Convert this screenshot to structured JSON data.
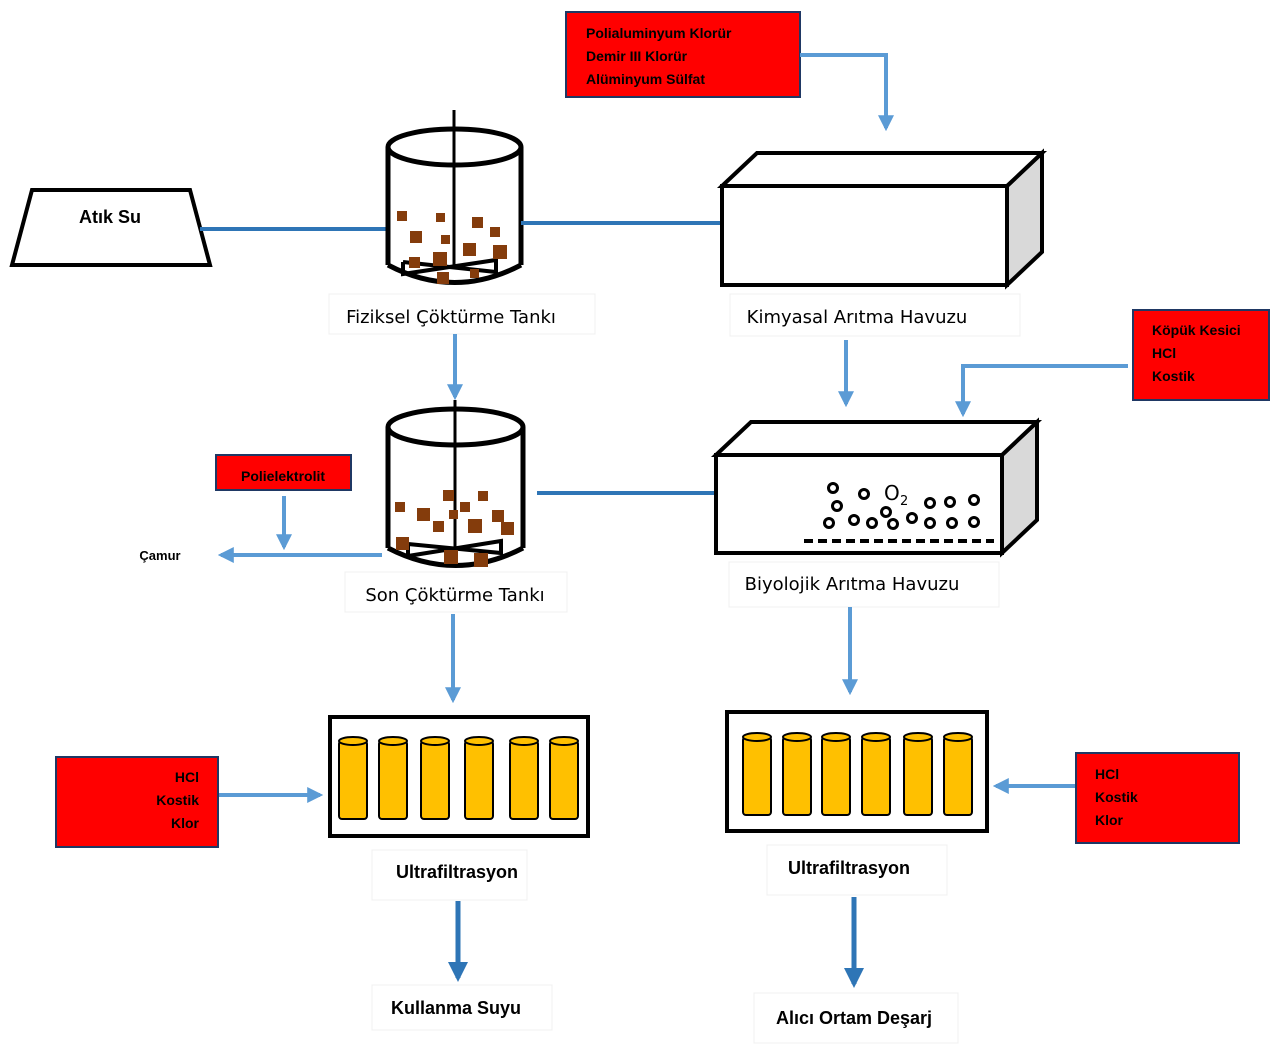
{
  "colors": {
    "arrow": "#5b9bd5",
    "arrow_dark": "#2e75b6",
    "pipe": "#2e75b6",
    "chemical_box": "#ff0000",
    "chemical_border": "#1f3864",
    "particle": "#843c0c",
    "filter_cartridge": "#ffc000",
    "box_side": "#d9d9d9"
  },
  "nodes": {
    "waste_water": "Atık Su",
    "physical_tank_label": "Fiziksel Çöktürme Tankı",
    "chemical_pool_label": "Kimyasal Arıtma Havuzu",
    "final_tank_label": "Son Çöktürme Tankı",
    "biological_pool_label": "Biyolojik Arıtma Havuzu",
    "uf_left_label": "Ultrafiltrasyon",
    "uf_right_label": "Ultrafiltrasyon",
    "usage_water": "Kullanma Suyu",
    "discharge": "Alıcı Ortam Deşarj",
    "sludge": "Çamur",
    "oxygen": "O",
    "oxygen_sub": "2"
  },
  "chemicals": {
    "coagulants": [
      "Polialuminyum Klorür",
      "Demir III Klorür",
      "Alüminyum Sülfat"
    ],
    "biological_additives": [
      "Köpük Kesici",
      "HCl",
      "Kostik"
    ],
    "polyelectrolyte": "Polielektrolit",
    "uf_left_chemicals": [
      "HCl",
      "Kostik",
      "Klor"
    ],
    "uf_right_chemicals": [
      "HCl",
      "Kostik",
      "Klor"
    ]
  }
}
